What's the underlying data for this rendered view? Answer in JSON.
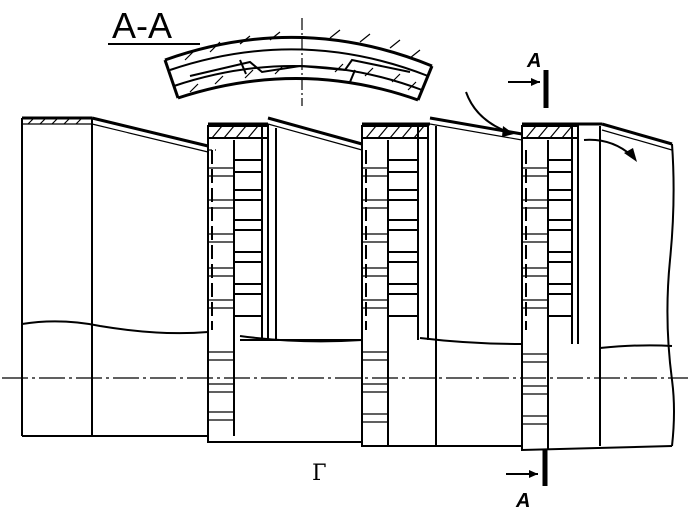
{
  "section_label": "A-A",
  "cut_marker_top": "A",
  "cut_marker_bottom": "A",
  "view_label": "Г",
  "colors": {
    "line": "#000000",
    "background": "#ffffff"
  }
}
